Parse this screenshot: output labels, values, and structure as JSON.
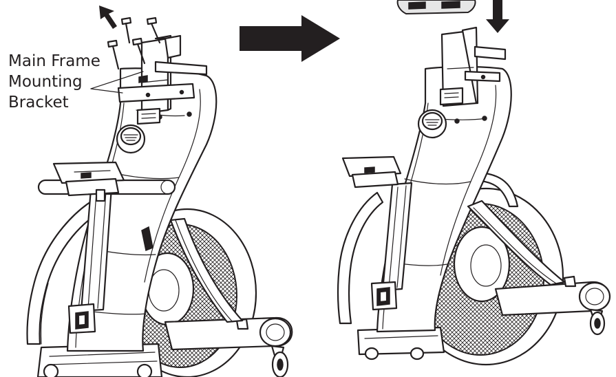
{
  "callout": {
    "line1": "Main Frame",
    "line2": "Mounting",
    "line3": "Bracket"
  },
  "colors": {
    "ink": "#231f20",
    "background": "#ffffff",
    "fill_light": "#e6e6e6"
  },
  "icons": {
    "step_arrow": "right-arrow-icon",
    "remove_arrow": "up-left-arrow-icon",
    "install_arrow": "down-arrow-icon"
  }
}
